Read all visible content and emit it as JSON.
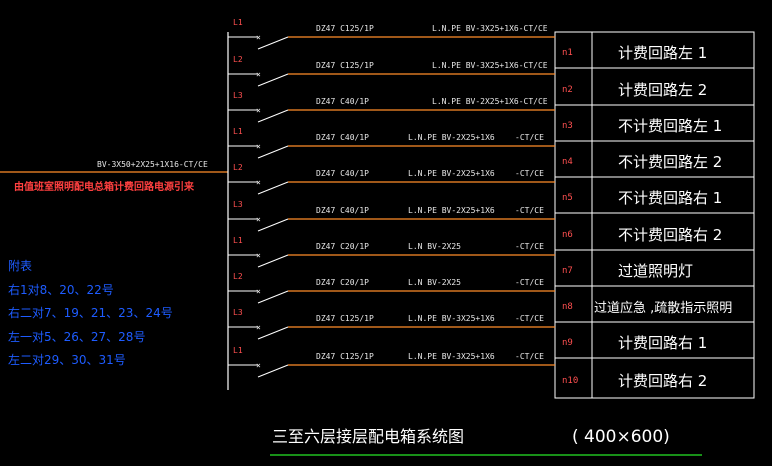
{
  "incoming": {
    "cable": "BV-3X50+2X25+1X16-CT/CE",
    "source": "由值班室照明配电总箱计费回路电源引来"
  },
  "circuits": [
    {
      "phase": "L1",
      "breaker": "DZ47  C125/1P",
      "cable": "L.N.PE BV-3X25+1X6-CT/CE",
      "cable2": "",
      "no": "n1",
      "name": "计费回路左  1"
    },
    {
      "phase": "L2",
      "breaker": "DZ47  C125/1P",
      "cable": "L.N.PE BV-3X25+1X6-CT/CE",
      "cable2": "",
      "no": "n2",
      "name": "计费回路左  2"
    },
    {
      "phase": "L3",
      "breaker": "DZ47  C40/1P",
      "cable": "L.N.PE BV-2X25+1X6-CT/CE",
      "cable2": "",
      "no": "n3",
      "name": "不计费回路左  1"
    },
    {
      "phase": "L1",
      "breaker": "DZ47  C40/1P",
      "cable": "L.N.PE BV-2X25+1X6",
      "cable2": "-CT/CE",
      "no": "n4",
      "name": "不计费回路左  2"
    },
    {
      "phase": "L2",
      "breaker": "DZ47  C40/1P",
      "cable": "L.N.PE BV-2X25+1X6",
      "cable2": "-CT/CE",
      "no": "n5",
      "name": "不计费回路右  1"
    },
    {
      "phase": "L3",
      "breaker": "DZ47  C40/1P",
      "cable": "L.N.PE BV-2X25+1X6",
      "cable2": "-CT/CE",
      "no": "n6",
      "name": "不计费回路右  2"
    },
    {
      "phase": "L1",
      "breaker": "DZ47  C20/1P",
      "cable": "L.N  BV-2X25",
      "cable2": "-CT/CE",
      "no": "n7",
      "name": "过道照明灯"
    },
    {
      "phase": "L2",
      "breaker": "DZ47  C20/1P",
      "cable": "L.N  BV-2X25",
      "cable2": "-CT/CE",
      "no": "n8",
      "name": "过道应急  ,疏散指示照明"
    },
    {
      "phase": "L3",
      "breaker": "DZ47  C125/1P",
      "cable": "L.N.PE BV-3X25+1X6",
      "cable2": "-CT/CE",
      "no": "n9",
      "name": "计费回路右  1"
    },
    {
      "phase": "L1",
      "breaker": "DZ47  C125/1P",
      "cable": "L.N.PE BV-3X25+1X6",
      "cable2": "-CT/CE",
      "no": "n10",
      "name": "计费回路右  2"
    }
  ],
  "notes": {
    "heading": "附表",
    "lines": [
      "右1对8、20、22号",
      "右二对7、19、21、23、24号",
      "左一对5、26、27、28号",
      "左二对29、30、31号"
    ]
  },
  "title": "三至六层接层配电箱系统图",
  "size": "(  400×600)",
  "colors": {
    "line": "#ffffff",
    "cable": "#ff8c28",
    "phase": "#ff5050",
    "note": "#1e5cff",
    "underline": "#20c020"
  }
}
